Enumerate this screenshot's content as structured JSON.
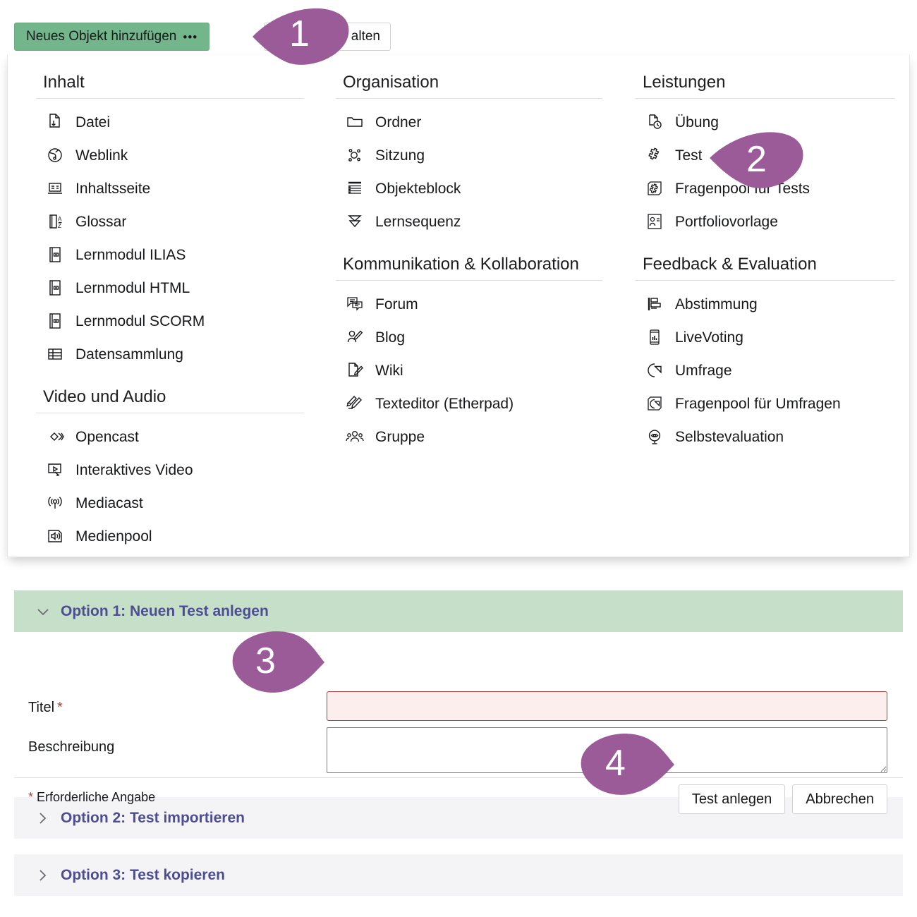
{
  "accent": {
    "marker_purple": "#9a5b98",
    "button_green": "#74b68c",
    "panel_green": "#c6dfc9",
    "heading_violet": "#4d4d93",
    "error_red": "#a73a3a"
  },
  "toolbar": {
    "add_object_label": "Neues Objekt hinzufügen",
    "add_object_dots": "•••",
    "secondary_button_label": "alten"
  },
  "menu": {
    "columns": [
      {
        "groups": [
          {
            "title": "Inhalt",
            "items": [
              {
                "label": "Datei",
                "icon": "file-download-icon"
              },
              {
                "label": "Weblink",
                "icon": "globe-icon"
              },
              {
                "label": "Inhaltsseite",
                "icon": "content-page-icon"
              },
              {
                "label": "Glossar",
                "icon": "glossary-az-icon"
              },
              {
                "label": "Lernmodul ILIAS",
                "icon": "learning-module-icon"
              },
              {
                "label": "Lernmodul HTML",
                "icon": "learning-module-icon"
              },
              {
                "label": "Lernmodul SCORM",
                "icon": "learning-module-icon"
              },
              {
                "label": "Datensammlung",
                "icon": "table-icon"
              }
            ]
          },
          {
            "title": "Video und Audio",
            "items": [
              {
                "label": "Opencast",
                "icon": "opencast-diamond-icon"
              },
              {
                "label": "Interaktives Video",
                "icon": "interactive-video-icon"
              },
              {
                "label": "Mediacast",
                "icon": "broadcast-icon"
              },
              {
                "label": "Medienpool",
                "icon": "speaker-icon"
              }
            ]
          }
        ]
      },
      {
        "groups": [
          {
            "title": "Organisation",
            "items": [
              {
                "label": "Ordner",
                "icon": "folder-icon"
              },
              {
                "label": "Sitzung",
                "icon": "session-nodes-icon"
              },
              {
                "label": "Objekteblock",
                "icon": "object-block-icon"
              },
              {
                "label": "Lernsequenz",
                "icon": "learning-sequence-icon"
              }
            ]
          },
          {
            "title": "Kommunikation & Kollaboration",
            "items": [
              {
                "label": "Forum",
                "icon": "forum-icon"
              },
              {
                "label": "Blog",
                "icon": "blog-icon"
              },
              {
                "label": "Wiki",
                "icon": "wiki-icon"
              },
              {
                "label": "Texteditor (Etherpad)",
                "icon": "etherpad-icon"
              },
              {
                "label": "Gruppe",
                "icon": "group-icon"
              }
            ]
          }
        ]
      },
      {
        "groups": [
          {
            "title": "Leistungen",
            "items": [
              {
                "label": "Übung",
                "icon": "exercise-clock-icon"
              },
              {
                "label": "Test",
                "icon": "puzzle-icon"
              },
              {
                "label": "Fragenpool für Tests",
                "icon": "question-pool-icon"
              },
              {
                "label": "Portfoliovorlage",
                "icon": "portfolio-template-icon"
              }
            ]
          },
          {
            "title": "Feedback & Evaluation",
            "items": [
              {
                "label": "Abstimmung",
                "icon": "poll-bars-icon"
              },
              {
                "label": "LiveVoting",
                "icon": "livevoting-phone-icon"
              },
              {
                "label": "Umfrage",
                "icon": "survey-pie-icon"
              },
              {
                "label": "Fragenpool für Umfragen",
                "icon": "survey-pool-icon"
              },
              {
                "label": "Selbstevaluation",
                "icon": "self-evaluation-eye-icon"
              }
            ]
          }
        ]
      }
    ]
  },
  "form": {
    "option1": {
      "header": "Option 1: Neuen Test anlegen",
      "chevron": "chevron-down-icon",
      "title_label": "Titel",
      "title_required_mark": "*",
      "title_value": "",
      "title_placeholder": "",
      "description_label": "Beschreibung",
      "description_value": "",
      "description_placeholder": "",
      "required_note_star": "*",
      "required_note": " Erforderliche Angabe",
      "submit_label": "Test anlegen",
      "cancel_label": "Abbrechen"
    },
    "option2": {
      "header": "Option 2: Test importieren",
      "chevron": "chevron-right-icon"
    },
    "option3": {
      "header": "Option 3: Test kopieren",
      "chevron": "chevron-right-icon"
    }
  },
  "callouts": [
    {
      "number": "1"
    },
    {
      "number": "2"
    },
    {
      "number": "3"
    },
    {
      "number": "4"
    }
  ]
}
